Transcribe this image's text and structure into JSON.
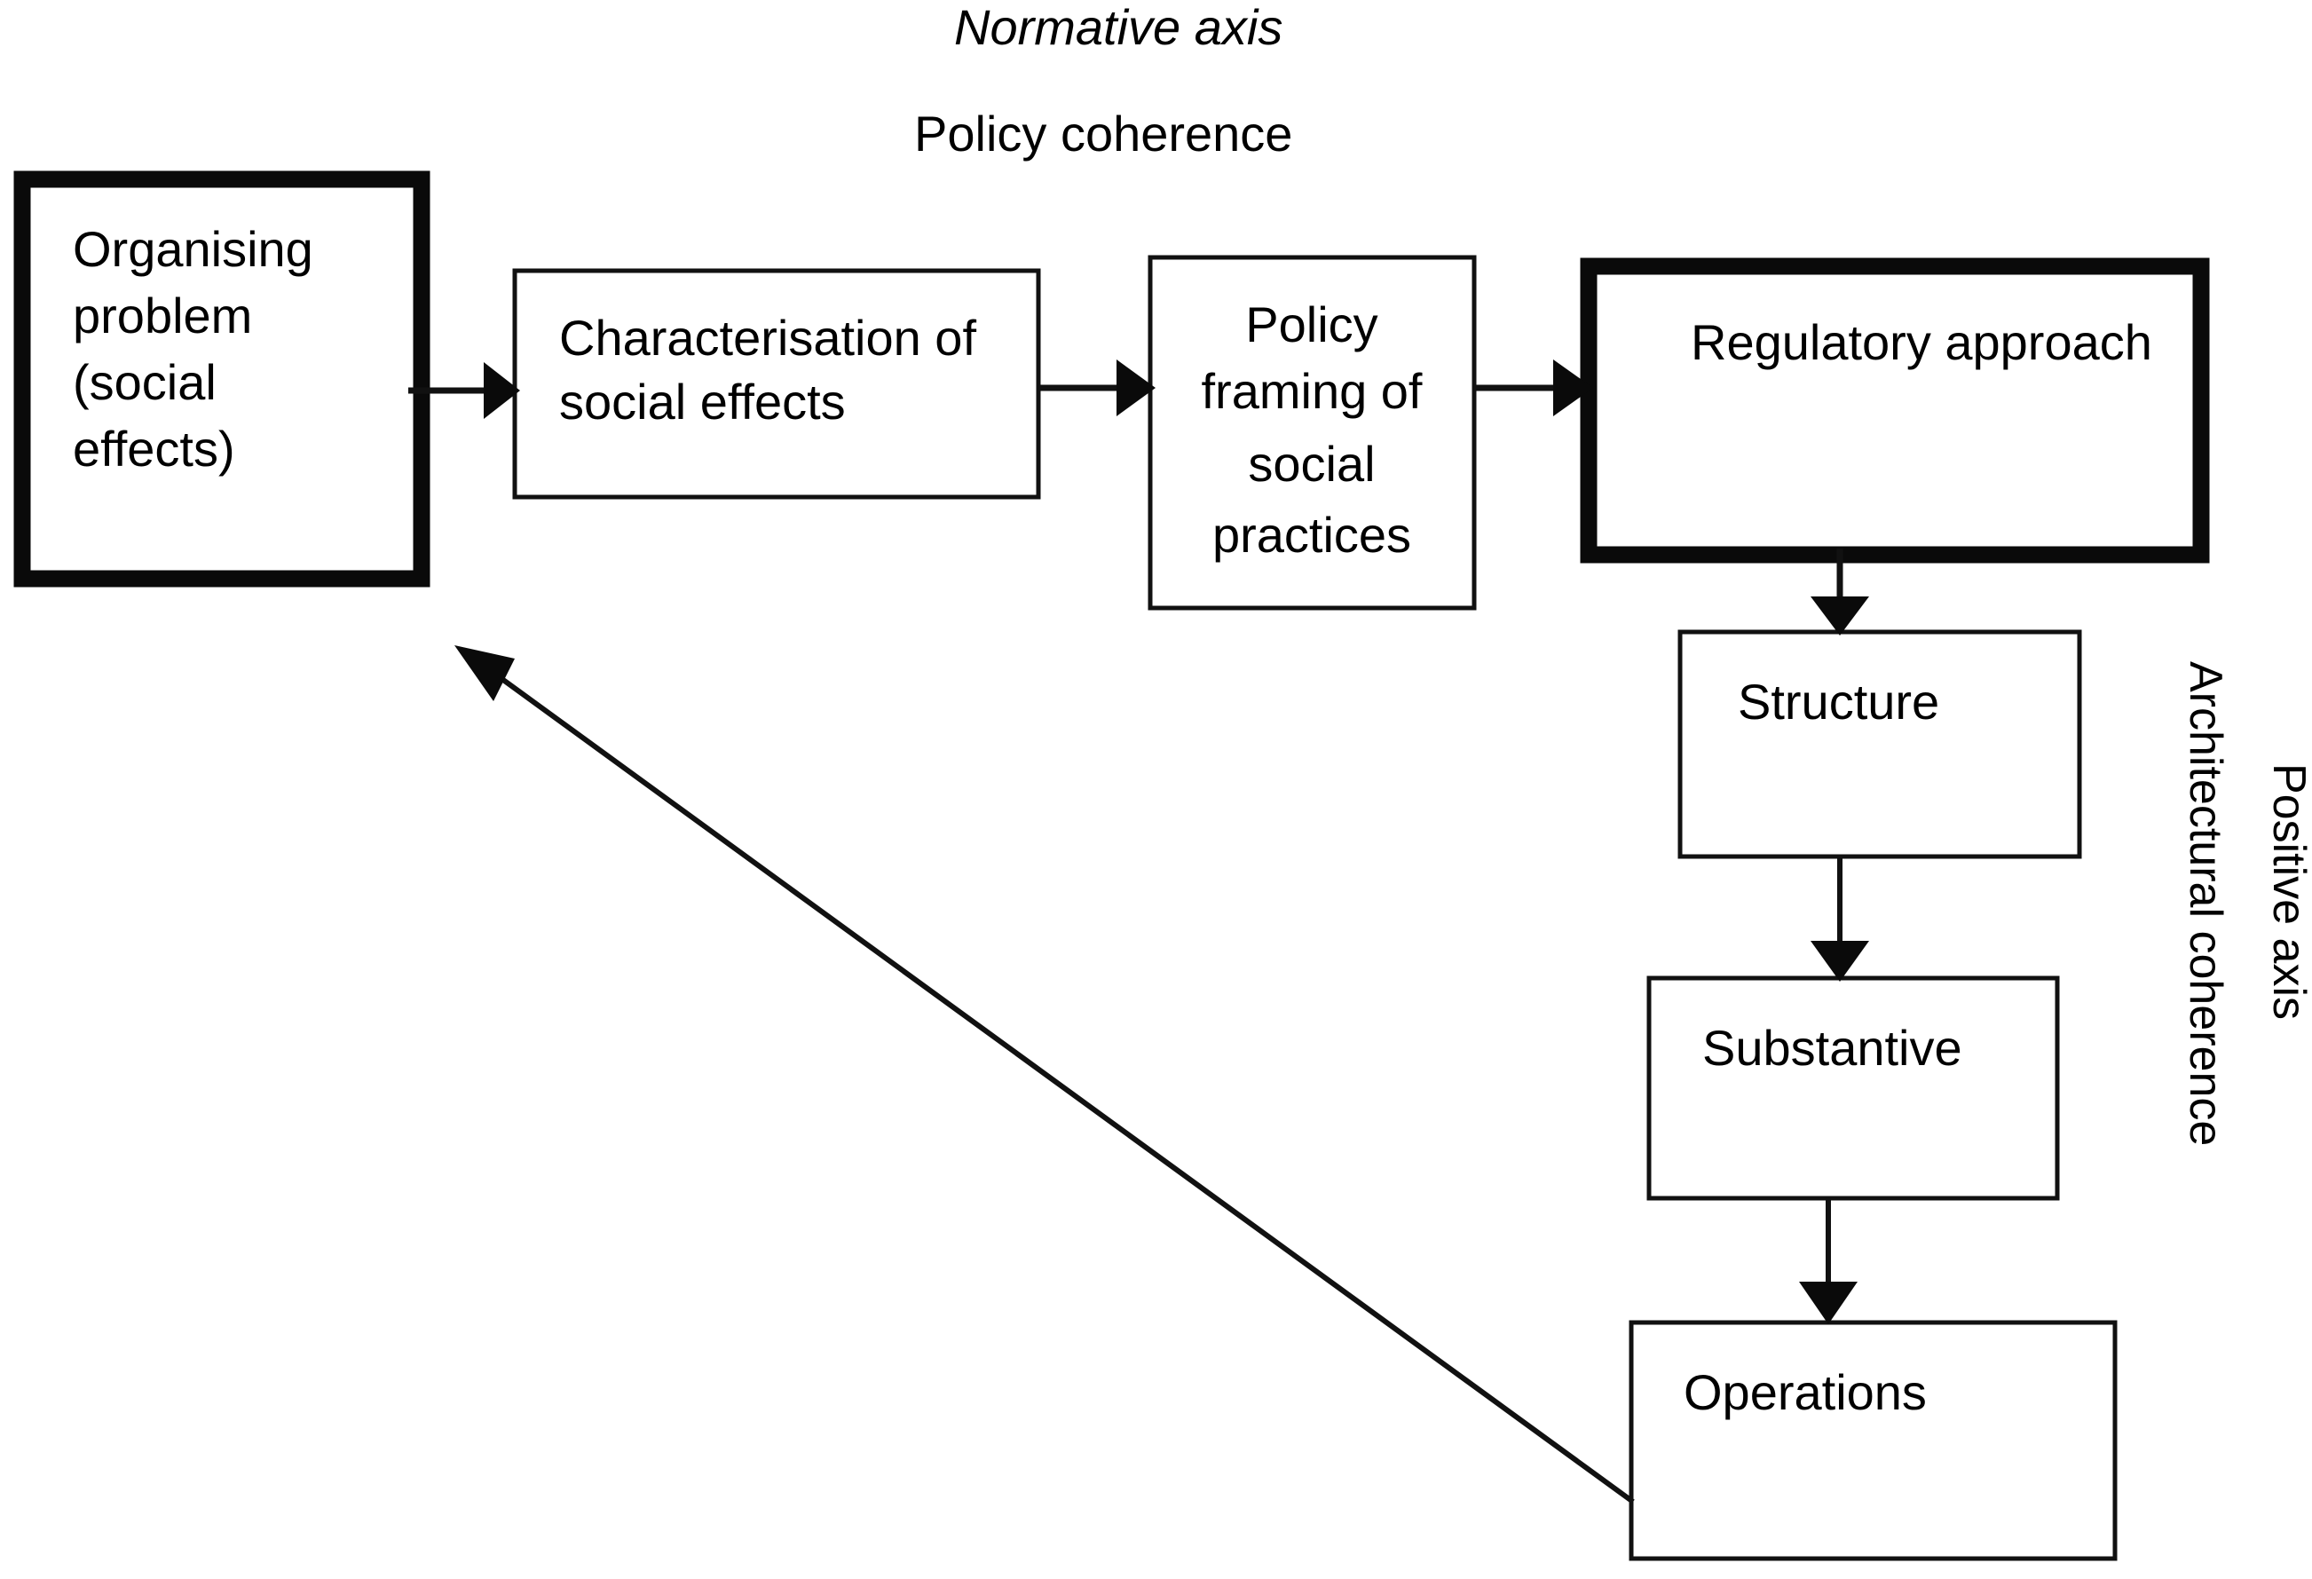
{
  "diagram": {
    "title": "Normative axis",
    "subtitle": "Policy coherence",
    "vertical_label_inner": "Architectural coherence",
    "vertical_label_outer": "Positive axis",
    "colors": {
      "stroke": "#111111",
      "thick_stroke": "#0a0a0a",
      "fill": "#ffffff",
      "text": "#000000"
    },
    "nodes": {
      "organising_problem": {
        "lines": [
          "Organising",
          "problem",
          "(social",
          "effects)"
        ],
        "emphasis": "thick"
      },
      "characterisation": {
        "lines": [
          "Characterisation of",
          "social effects"
        ],
        "emphasis": "thin"
      },
      "policy_framing": {
        "lines": [
          "Policy",
          "framing of",
          "social",
          "practices"
        ],
        "emphasis": "thin"
      },
      "regulatory_approach": {
        "lines": [
          "Regulatory approach"
        ],
        "emphasis": "thick"
      },
      "structure": {
        "lines": [
          "Structure"
        ],
        "emphasis": "thin"
      },
      "substantive": {
        "lines": [
          "Substantive"
        ],
        "emphasis": "thin"
      },
      "operations": {
        "lines": [
          "Operations"
        ],
        "emphasis": "thin"
      }
    },
    "edges": [
      {
        "from": "organising_problem",
        "to": "characterisation",
        "kind": "arrow-right"
      },
      {
        "from": "characterisation",
        "to": "policy_framing",
        "kind": "arrow-right"
      },
      {
        "from": "policy_framing",
        "to": "regulatory_approach",
        "kind": "arrow-right"
      },
      {
        "from": "regulatory_approach",
        "to": "structure",
        "kind": "arrow-down"
      },
      {
        "from": "structure",
        "to": "substantive",
        "kind": "arrow-down"
      },
      {
        "from": "substantive",
        "to": "operations",
        "kind": "arrow-down"
      },
      {
        "from": "operations",
        "to": "organising_problem",
        "kind": "arrow-diagonal-feedback"
      }
    ]
  }
}
